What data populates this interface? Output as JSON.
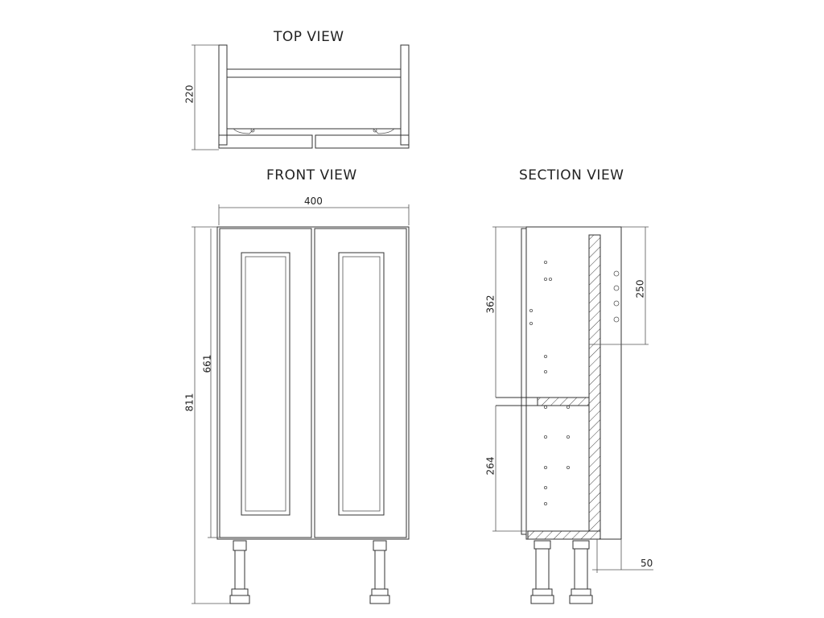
{
  "views": {
    "top": {
      "title": "TOP VIEW",
      "depth_dim": "220"
    },
    "front": {
      "title": "FRONT VIEW",
      "width_dim": "400",
      "height_dim": "811",
      "door_dim": "661"
    },
    "section": {
      "title": "SECTION VIEW",
      "upper_dim": "362",
      "lower_dim": "264",
      "side_dim": "250",
      "foot_dim": "50"
    }
  }
}
